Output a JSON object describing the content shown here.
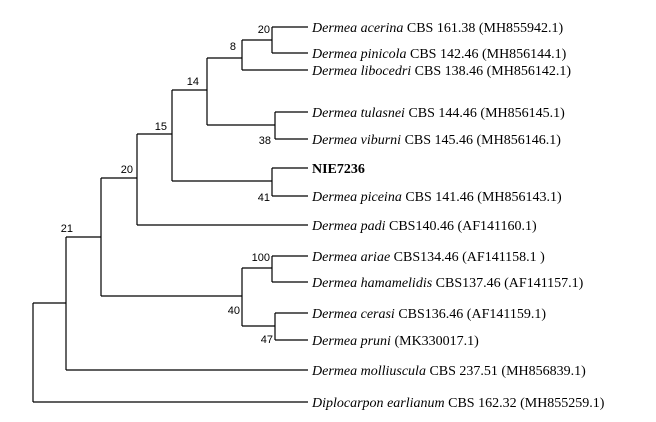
{
  "tree": {
    "tips": [
      {
        "genus": "Dermea",
        "epithet": "acerina",
        "rest": " CBS 161.38 (MH855942.1)"
      },
      {
        "genus": "Dermea",
        "epithet": "pinicola",
        "rest": " CBS 142.46 (MH856144.1)"
      },
      {
        "genus": "Dermea",
        "epithet": "libocedri",
        "rest": " CBS 138.46 (MH856142.1)"
      },
      {
        "genus": "Dermea",
        "epithet": "tulasnei",
        "rest": " CBS 144.46 (MH856145.1)"
      },
      {
        "genus": "Dermea",
        "epithet": "viburni",
        "rest": " CBS 145.46 (MH856146.1)"
      },
      {
        "label": "NIE7236"
      },
      {
        "genus": "Dermea",
        "epithet": "piceina",
        "rest": " CBS 141.46 (MH856143.1)"
      },
      {
        "genus": "Dermea",
        "epithet": "padi",
        "rest": " CBS140.46 (AF141160.1)"
      },
      {
        "genus": "Dermea",
        "epithet": "ariae",
        "rest": " CBS134.46 (AF141158.1 )"
      },
      {
        "genus": "Dermea",
        "epithet": "hamamelidis",
        "rest": " CBS137.46 (AF141157.1)"
      },
      {
        "genus": "Dermea",
        "epithet": "cerasi",
        "rest": " CBS136.46 (AF141159.1)"
      },
      {
        "genus": "Dermea",
        "epithet": "pruni",
        "rest": " (MK330017.1)"
      },
      {
        "genus": "Dermea",
        "epithet": "molliuscula",
        "rest": " CBS 237.51 (MH856839.1)"
      },
      {
        "genus": "Diplocarpon",
        "epithet": "earlianum",
        "rest": " CBS 162.32 (MH855259.1)"
      }
    ],
    "support_values": [
      "20",
      "8",
      "14",
      "38",
      "15",
      "41",
      "20",
      "100",
      "40",
      "47",
      "21"
    ]
  }
}
